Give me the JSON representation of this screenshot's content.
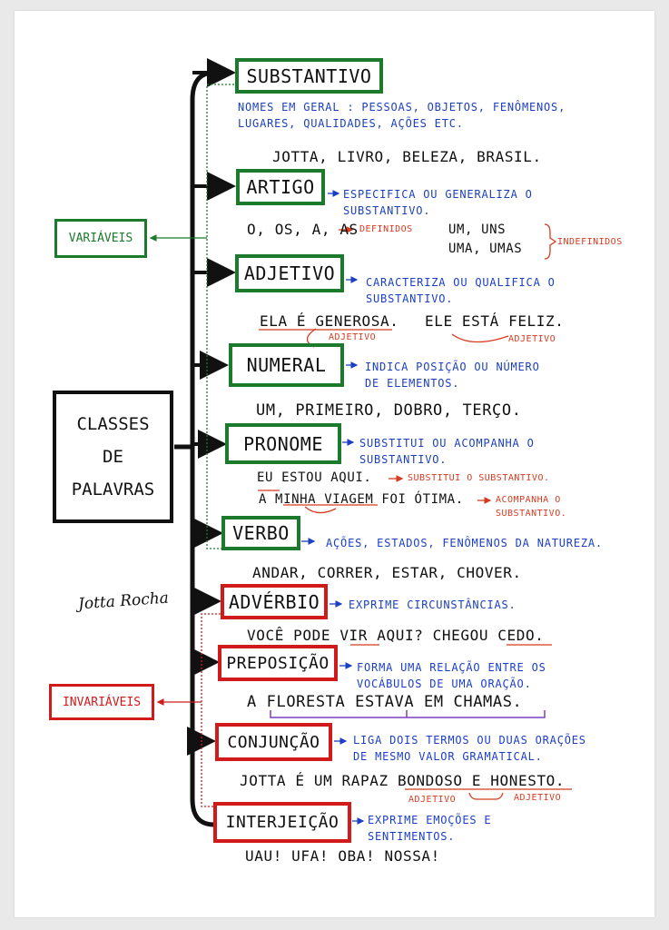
{
  "main": {
    "line1": "CLASSES",
    "line2": "DE",
    "line3": "PALAVRAS"
  },
  "groups": {
    "variable": "VARIÁVEIS",
    "invariable": "INVARIÁVEIS"
  },
  "signature": "Jotta Rocha",
  "colors": {
    "variable": "#1b7a2b",
    "invariable": "#d11b1b",
    "description": "#1b3fc4",
    "note": "#d73a1f",
    "ink": "#111111"
  },
  "classes": {
    "substantivo": {
      "title": "SUBSTANTIVO",
      "desc1": "NOMES EM GERAL : PESSOAS, OBJETOS, FENÔMENOS,",
      "desc2": "LUGARES, QUALIDADES, AÇÕES ETC.",
      "example": "JOTTA, LIVRO, BELEZA, BRASIL."
    },
    "artigo": {
      "title": "ARTIGO",
      "desc1": "ESPECIFICA OU GENERALIZA O",
      "desc2": "SUBSTANTIVO.",
      "definite": "O, OS, A, AS",
      "definite_note": "DEFINIDOS",
      "indefinite1": "UM, UNS",
      "indefinite2": "UMA, UMAS",
      "indefinite_note": "INDEFINIDOS"
    },
    "adjetivo": {
      "title": "ADJETIVO",
      "desc1": "CARACTERIZA OU QUALIFICA O",
      "desc2": "SUBSTANTIVO.",
      "example1": "ELA É GENEROSA.",
      "example2": "ELE ESTÁ FELIZ.",
      "note1": "ADJETIVO",
      "note2": "ADJETIVO"
    },
    "numeral": {
      "title": "NUMERAL",
      "desc1": "INDICA POSIÇÃO OU NÚMERO",
      "desc2": "DE ELEMENTOS.",
      "example": "UM, PRIMEIRO, DOBRO, TERÇO."
    },
    "pronome": {
      "title": "PRONOME",
      "desc1": "SUBSTITUI OU ACOMPANHA O",
      "desc2": "SUBSTANTIVO.",
      "example1": "EU ESTOU AQUI.",
      "note1": "SUBSTITUI O SUBSTANTIVO.",
      "example2": "A MINHA VIAGEM FOI ÓTIMA.",
      "note2a": "ACOMPANHA O",
      "note2b": "SUBSTANTIVO."
    },
    "verbo": {
      "title": "VERBO",
      "desc1": "AÇÕES, ESTADOS, FENÔMENOS DA NATUREZA.",
      "example": "ANDAR, CORRER, ESTAR, CHOVER."
    },
    "adverbio": {
      "title": "ADVÉRBIO",
      "desc1": "EXPRIME CIRCUNSTÂNCIAS.",
      "example": "VOCÊ PODE VIR AQUI?  CHEGOU CEDO."
    },
    "preposicao": {
      "title": "PREPOSIÇÃO",
      "desc1": "FORMA UMA RELAÇÃO ENTRE OS",
      "desc2": "VOCÁBULOS DE UMA ORAÇÃO.",
      "example": "A FLORESTA ESTAVA EM CHAMAS."
    },
    "conjuncao": {
      "title": "CONJUNÇÃO",
      "desc1": "LIGA DOIS TERMOS OU DUAS ORAÇÕES",
      "desc2": "DE MESMO VALOR GRAMATICAL.",
      "example": "JOTTA É UM RAPAZ BONDOSO E HONESTO.",
      "note1": "ADJETIVO",
      "note2": "ADJETIVO"
    },
    "interjeicao": {
      "title": "INTERJEIÇÃO",
      "desc1": "EXPRIME EMOÇÕES E",
      "desc2": "SENTIMENTOS.",
      "example": "UAU! UFA! OBA! NOSSA!"
    }
  }
}
